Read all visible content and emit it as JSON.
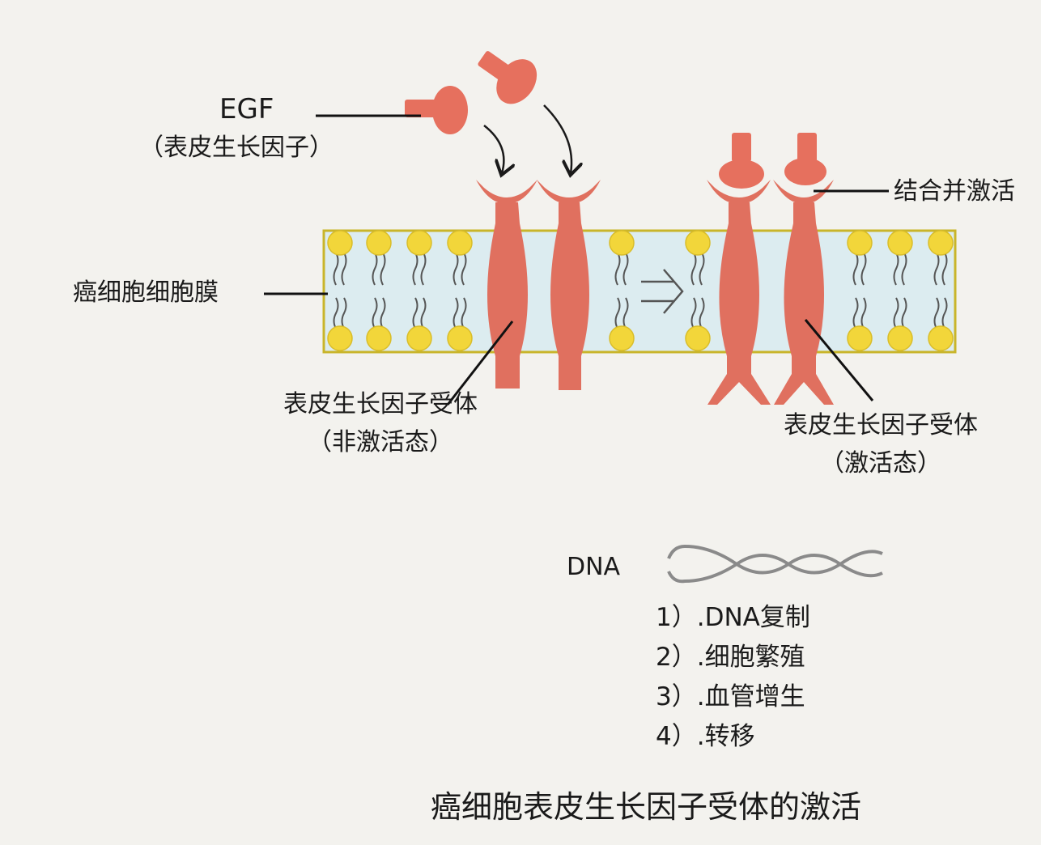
{
  "colors": {
    "background": "#f3f2ee",
    "membrane_fill": "#dcecf0",
    "membrane_border": "#c9b52a",
    "lipid_head": "#f2d63a",
    "lipid_tail": "#555555",
    "receptor": "#e0705f",
    "egf": "#e6705e",
    "dna": "#8a8a8a",
    "text": "#1a1a1a"
  },
  "labels": {
    "egf_title": "EGF",
    "egf_subtitle": "（表皮生长因子）",
    "membrane": "癌细胞细胞膜",
    "bind_activate": "结合并激活",
    "receptor_inactive_title": "表皮生长因子受体",
    "receptor_inactive_state": "（非激活态）",
    "receptor_active_title": "表皮生长因子受体",
    "receptor_active_state": "（激活态）",
    "dna": "DNA",
    "caption": "癌细胞表皮生长因子受体的激活"
  },
  "steps": [
    "1）.DNA复制",
    "2）.细胞繁殖",
    "3）.血管增生",
    "4）.转移"
  ],
  "icons": {
    "transition_arrow": "double-arrow-right-icon",
    "dna_helix": "dna-helix-icon"
  }
}
